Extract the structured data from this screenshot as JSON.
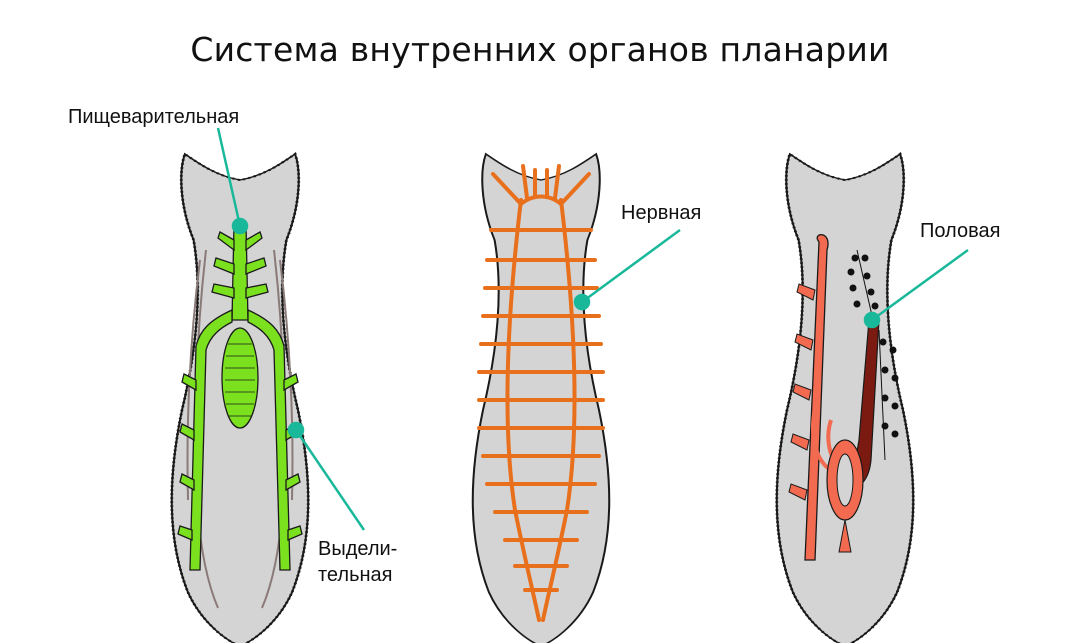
{
  "title": "Система внутренних органов планарии",
  "labels": {
    "digestive": "Пищеварительная",
    "excretory_line1": "Выдели-",
    "excretory_line2": "тельная",
    "nervous": "Нервная",
    "reproductive": "Половая"
  },
  "colors": {
    "body": "#d4d4d4",
    "outline": "#1a1a1a",
    "digestive": "#7be11f",
    "nervous": "#e8701d",
    "reproductive": "#f26a50",
    "reproductive_dark": "#7a1a10",
    "pointer": "#1ab89a"
  }
}
